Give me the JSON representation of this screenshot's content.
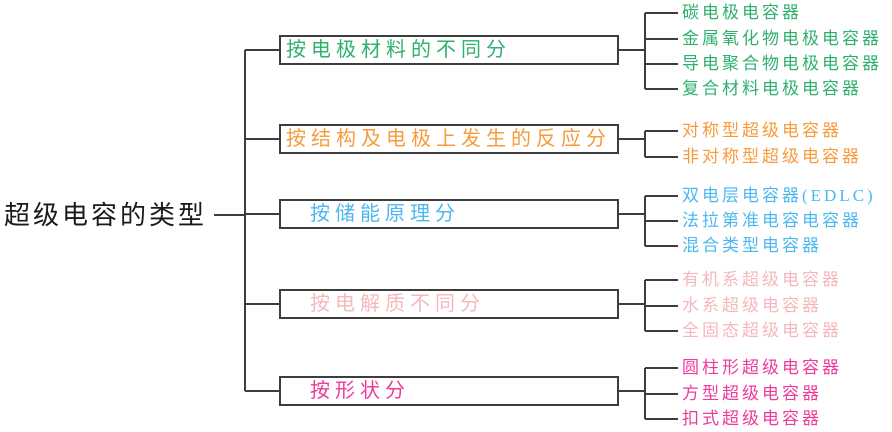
{
  "diagram": {
    "root": "超级电容的类型",
    "branches": [
      {
        "label": "按电极材料的不同分",
        "color": "#2fb06e",
        "children": [
          "碳电极电容器",
          "金属氧化物电极电容器",
          "导电聚合物电极电容器",
          "复合材料电极电容器"
        ]
      },
      {
        "label": "按结构及电极上发生的反应分",
        "color": "#f89b3c",
        "children": [
          "对称型超级电容器",
          "非对称型超级电容器"
        ]
      },
      {
        "label": "按储能原理分",
        "color": "#4db8f0",
        "children": [
          "双电层电容器(EDLC)",
          "法拉第准电容电容器",
          "混合类型电容器"
        ]
      },
      {
        "label": "按电解质不同分",
        "color": "#f5b8bc",
        "children": [
          "有机系超级电容器",
          "水系超级电容器",
          "全固态超级电容器"
        ]
      },
      {
        "label": "按形状分",
        "color": "#ee3a9c",
        "children": [
          "圆柱形超级电容器",
          "方型超级电容器",
          "扣式超级电容器"
        ]
      }
    ],
    "palette": {
      "line": "#3d3d3d",
      "box_border": "#3d3d3d",
      "box_background": "#ffffff",
      "root_text": "#1a1a1a"
    }
  }
}
